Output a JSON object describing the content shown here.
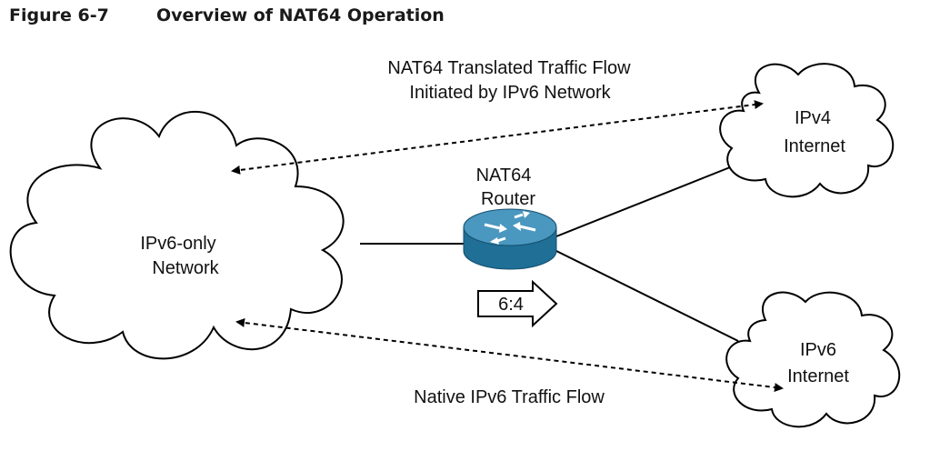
{
  "figure": {
    "number": "Figure 6-7",
    "title": "Overview of NAT64 Operation"
  },
  "clouds": {
    "ipv6_only": {
      "line1": "IPv6-only",
      "line2": "Network"
    },
    "ipv4_internet": {
      "line1": "IPv4",
      "line2": "Internet"
    },
    "ipv6_internet": {
      "line1": "IPv6",
      "line2": "Internet"
    }
  },
  "router": {
    "line1": "NAT64",
    "line2": "Router",
    "color": "#1f6f96"
  },
  "translation_arrow": {
    "label": "6:4"
  },
  "flows": {
    "translated": {
      "line1": "NAT64 Translated Traffic Flow",
      "line2": "Initiated by IPv6 Network"
    },
    "native": {
      "line1": "Native IPv6 Traffic Flow"
    }
  }
}
